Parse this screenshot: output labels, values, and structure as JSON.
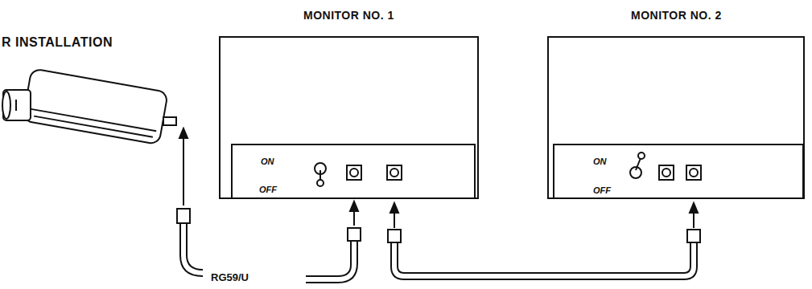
{
  "diagram": {
    "title": "R INSTALLATION",
    "nodes": [
      {
        "text": [
          "MONITOR NO. 1",
          "ON",
          "OFF"
        ]
      },
      {
        "text": [
          "MONITOR NO. 2",
          "ON",
          "OFF"
        ]
      }
    ],
    "edges": [
      {
        "from": 0,
        "to": 1,
        "arrow": "both"
      }
    ],
    "labels": [
      "RG59/U"
    ]
  }
}
